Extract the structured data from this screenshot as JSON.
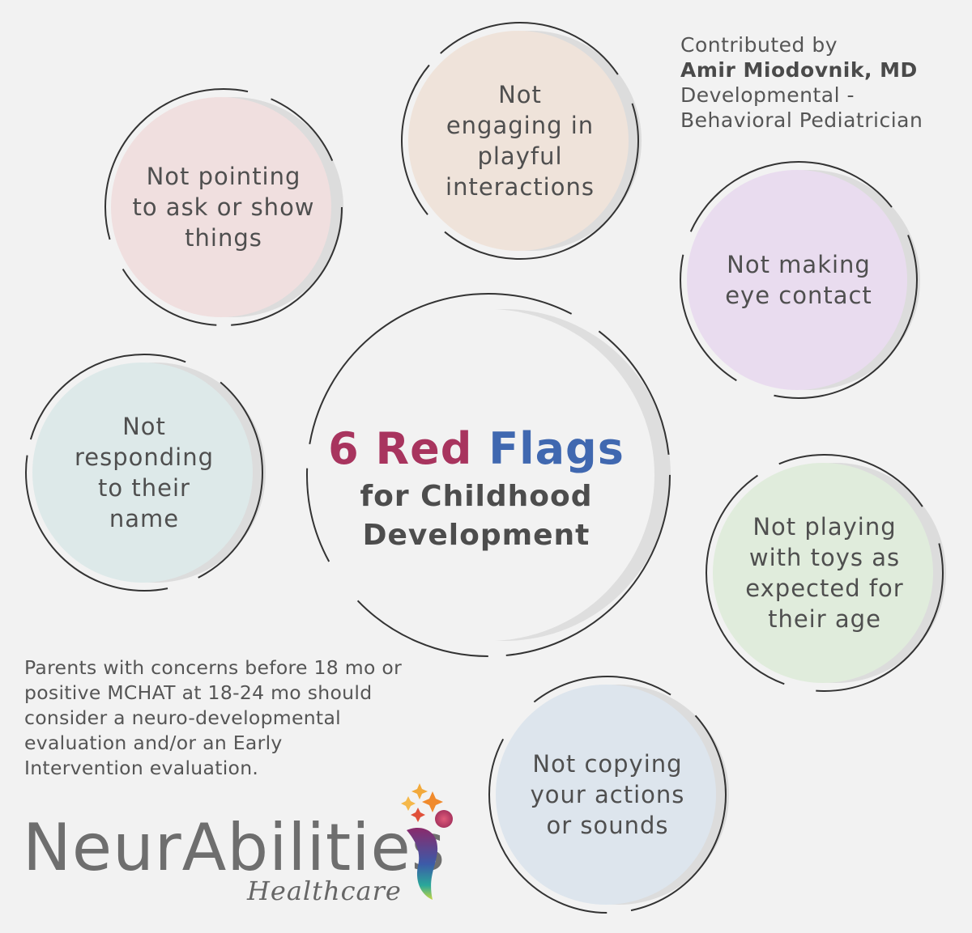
{
  "contributor": {
    "prefix": "Contributed by",
    "name": "Amir Miodovnik, MD",
    "role_line1": "Developmental -",
    "role_line2": "Behavioral Pediatrician"
  },
  "center": {
    "number_red": "6 Red",
    "word_blue": "Flags",
    "line2": "for Childhood",
    "line3": "Development"
  },
  "flags": [
    {
      "lines": [
        "Not pointing",
        "to ask or show",
        "things"
      ],
      "fill": "#f0dfdf"
    },
    {
      "lines": [
        "Not",
        "engaging in",
        "playful",
        "interactions"
      ],
      "fill": "#efe3da"
    },
    {
      "lines": [
        "Not making",
        "eye contact"
      ],
      "fill": "#e9dcef"
    },
    {
      "lines": [
        "Not",
        "responding",
        "to their",
        "name"
      ],
      "fill": "#dde9e9"
    },
    {
      "lines": [
        "Not playing",
        "with toys as",
        "expected for",
        "their age"
      ],
      "fill": "#e0ecdc"
    },
    {
      "lines": [
        "Not copying",
        "your actions",
        "or sounds"
      ],
      "fill": "#dde5ed"
    }
  ],
  "note": "Parents with concerns before 18 mo or positive MCHAT at 18-24 mo should consider a neuro-developmental evaluation and/or an Early Intervention evaluation.",
  "logo": {
    "name": "NeurAbilities",
    "sub": "Healthcare"
  },
  "colors": {
    "background": "#f2f2f2",
    "red": "#a8345e",
    "blue": "#4068b0",
    "text": "#4f4f4f"
  }
}
